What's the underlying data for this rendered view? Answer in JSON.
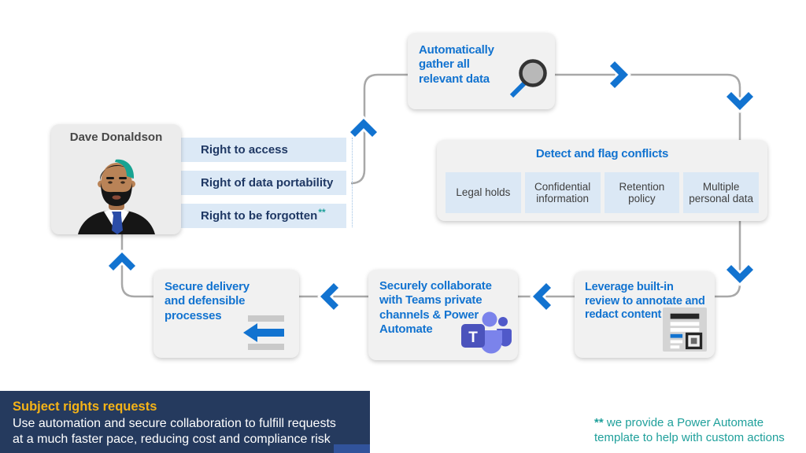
{
  "colors": {
    "accent_blue": "#1273d0",
    "navy_panel": "#253a5e",
    "gold_title": "#f5b317",
    "teal_note": "#1fa09b",
    "box_gray": "#f1f1f1",
    "light_blue_fill": "#dce9f6",
    "connector_gray": "#a8a8a8",
    "navy_text": "#1f3864",
    "dark_text": "#3f3f3f"
  },
  "persona": {
    "name": "Dave Donaldson",
    "avatar_icon": "bearded-man-avatar"
  },
  "rights": [
    {
      "label": "Right to access",
      "note": ""
    },
    {
      "label": "Right of data portability",
      "note": ""
    },
    {
      "label": "Right to be forgotten",
      "note": "**"
    }
  ],
  "steps": {
    "gather": {
      "label": "Automatically gather all relevant data",
      "icon": "magnifier-icon"
    },
    "detect": {
      "title": "Detect and flag conflicts",
      "items": [
        "Legal holds",
        "Confidential information",
        "Retention policy",
        "Multiple personal data"
      ]
    },
    "review": {
      "label": "Leverage built-in review to annotate and redact content",
      "icon": "redacted-document-icon"
    },
    "collaborate": {
      "label": "Securely collaborate with Teams private channels & Power Automate",
      "icon": "teams-icon",
      "tile_letter": "T"
    },
    "delivery": {
      "label": "Secure delivery and defensible processes",
      "icon": "return-arrow-icon"
    }
  },
  "callout": {
    "title": "Subject rights requests",
    "body_line1": "Use automation and secure collaboration to fulfill requests",
    "body_line2": "at a much faster pace, reducing cost and compliance risk"
  },
  "footnote": {
    "marker": "**",
    "text": "we provide a Power Automate template to help with custom actions"
  }
}
